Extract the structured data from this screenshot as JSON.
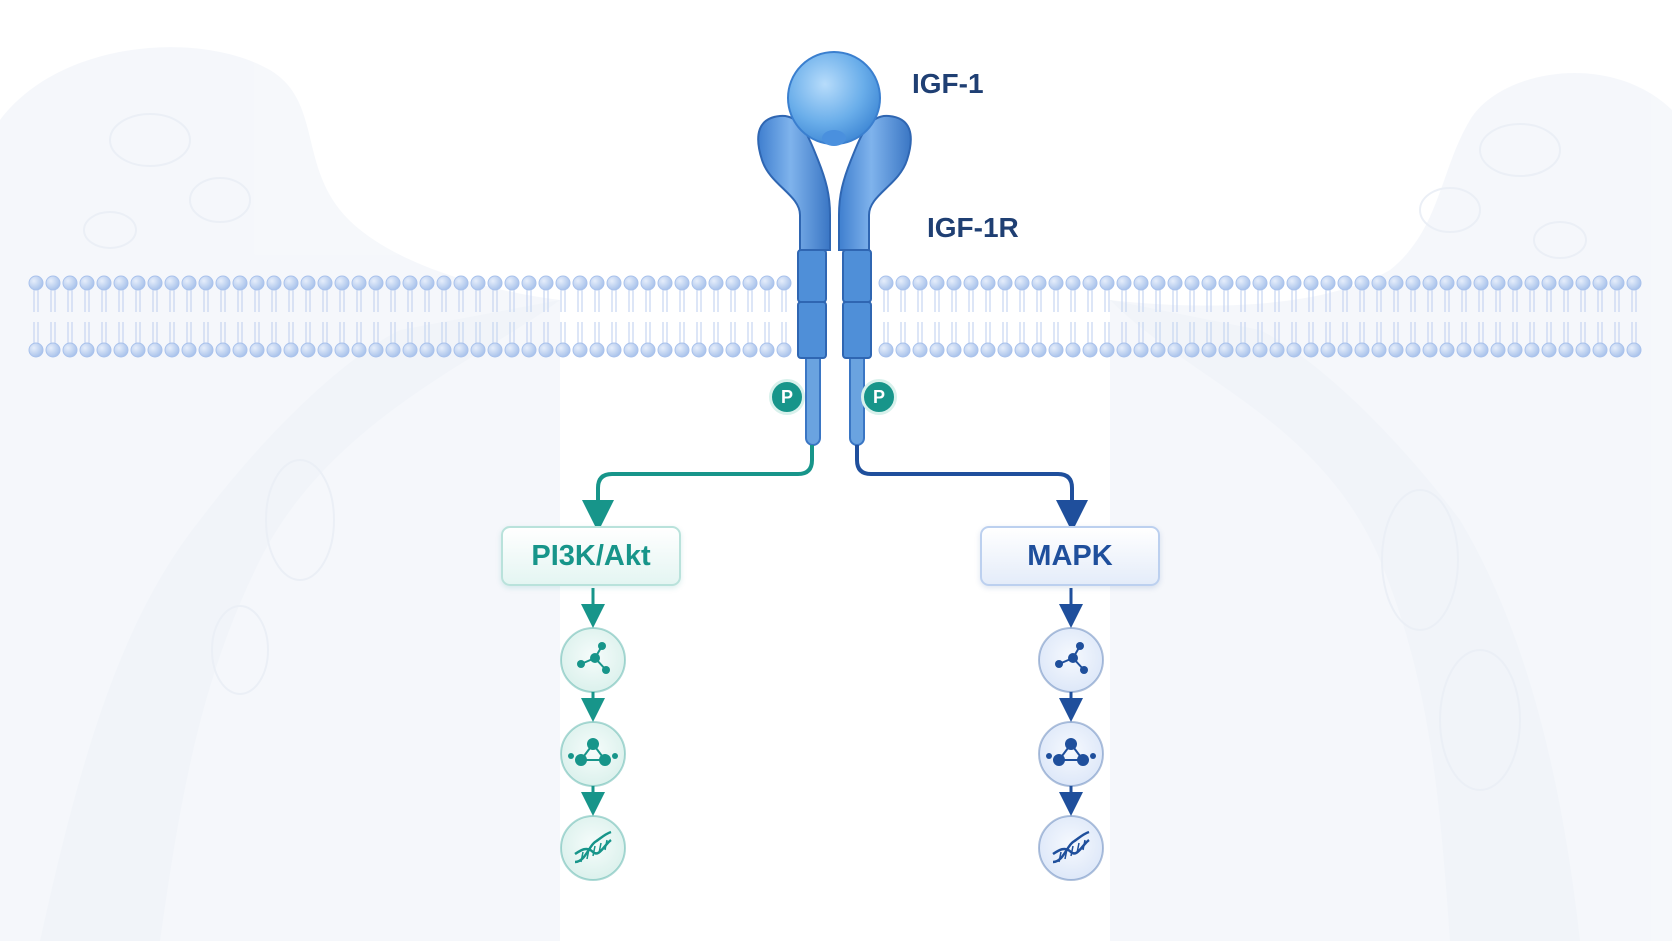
{
  "diagram": {
    "ligand_label": "IGF-1",
    "receptor_label": "IGF-1R",
    "phospho_left": "P",
    "phospho_right": "P",
    "left_pathway": {
      "label": "PI3K/Akt",
      "color": "#17958a",
      "steps": [
        "molecule-icon",
        "molecular-cluster-icon",
        "dna-icon"
      ]
    },
    "right_pathway": {
      "label": "MAPK",
      "color": "#1f4f9c",
      "steps": [
        "molecule-icon",
        "molecular-cluster-icon",
        "dna-icon"
      ]
    },
    "membrane_color": "#a9c2ec",
    "receptor_color": "#4f8fd8"
  }
}
